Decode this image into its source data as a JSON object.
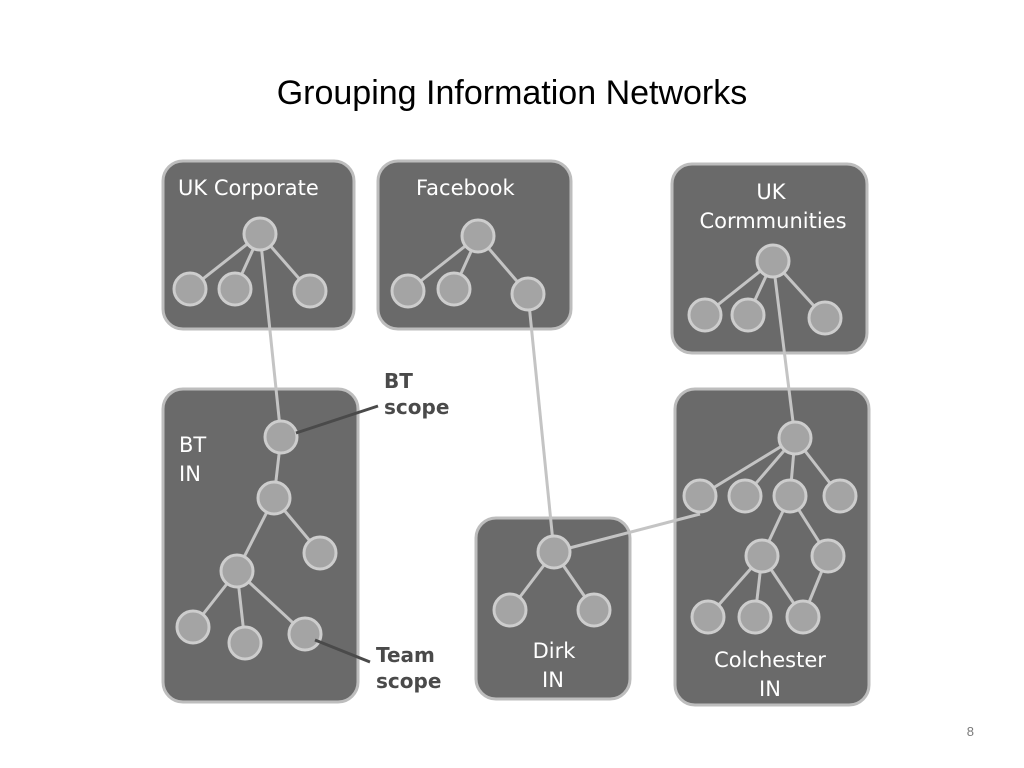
{
  "slide": {
    "title": "Grouping Information Networks",
    "page_number": "8"
  },
  "groups": {
    "uk_corporate": [
      "UK Corporate"
    ],
    "facebook": [
      "Facebook"
    ],
    "uk_communities": [
      "UK",
      "Cormmunities"
    ],
    "bt_in": [
      "BT",
      "IN"
    ],
    "dirk_in": [
      "Dirk",
      "IN"
    ],
    "colchester_in": [
      "Colchester",
      "IN"
    ]
  },
  "annotations": {
    "bt_scope": [
      "BT",
      "scope"
    ],
    "team_scope": [
      "Team",
      "scope"
    ]
  },
  "colors": {
    "panel_fill": "#6a6a6a",
    "panel_border": "#bdbdbd",
    "node_fill": "#a4a4a4",
    "node_border": "#cdcdcd",
    "edge": "#c4c4c4",
    "annotation_text": "#4a4a4a",
    "annotation_line": "#4a4a4a"
  }
}
